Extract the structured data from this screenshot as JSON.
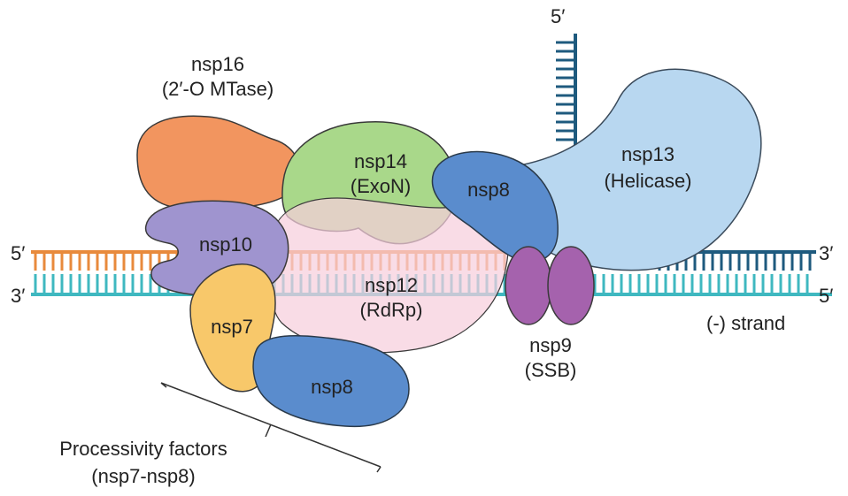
{
  "colors": {
    "orange_strand": "#e88a3c",
    "teal_strand": "#3fb8c0",
    "dark_blue_strand": "#1e5a7e",
    "nsp16": "#f2955f",
    "nsp14": "#a9d88a",
    "nsp10": "#9f94cf",
    "nsp12": "#f7cfdd",
    "nsp7": "#f8c86a",
    "nsp8": "#5a8ccd",
    "nsp13": "#b8d7f0",
    "nsp9": "#a562ad"
  },
  "strand_labels": {
    "left_top": "5′",
    "left_bottom": "3′",
    "right_top": "3′",
    "right_bottom": "5′",
    "top": "5′",
    "minus_strand": "(-) strand"
  },
  "proteins": {
    "nsp16": {
      "name": "nsp16",
      "role": "(2′-O MTase)"
    },
    "nsp14": {
      "name": "nsp14",
      "role": "(ExoN)"
    },
    "nsp10": {
      "name": "nsp10"
    },
    "nsp12": {
      "name": "nsp12",
      "role": "(RdRp)"
    },
    "nsp7": {
      "name": "nsp7"
    },
    "nsp8_top": {
      "name": "nsp8"
    },
    "nsp8_bottom": {
      "name": "nsp8"
    },
    "nsp13": {
      "name": "nsp13",
      "role": "(Helicase)"
    },
    "nsp9": {
      "name": "nsp9",
      "role": "(SSB)"
    }
  },
  "annotation": {
    "line1": "Processivity factors",
    "line2": "(nsp7-nsp8)"
  }
}
